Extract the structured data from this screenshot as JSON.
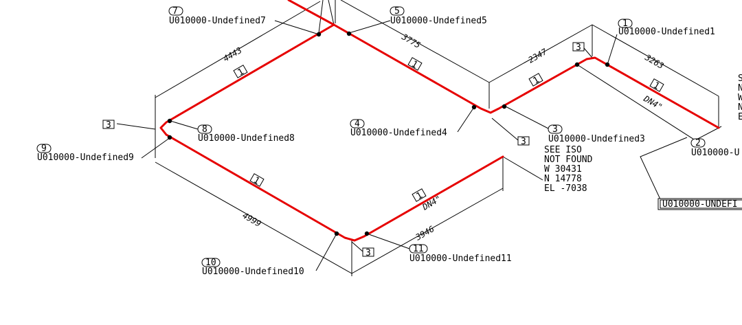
{
  "components": [
    {
      "num": "1",
      "tag": "U010000-Undefined1"
    },
    {
      "num": "2",
      "tag": "U010000-U"
    },
    {
      "num": "3",
      "tag": "U010000-Undefined3"
    },
    {
      "num": "4",
      "tag": "U010000-Undefined4"
    },
    {
      "num": "5",
      "tag": "U010000-Undefined5"
    },
    {
      "num": "7",
      "tag": "U010000-Undefined7"
    },
    {
      "num": "8",
      "tag": "U010000-Undefined8"
    },
    {
      "num": "9",
      "tag": "U010000-Undefined9"
    },
    {
      "num": "10",
      "tag": "U010000-Undefined10"
    },
    {
      "num": "11",
      "tag": "U010000-Undefined11"
    }
  ],
  "dimensions": {
    "d4443": "4443",
    "d3775": "3775",
    "d2347": "2347",
    "d3263": "3263",
    "d4999": "4999",
    "d3946": "3946"
  },
  "size_labels": {
    "upper": "DN4\"",
    "lower": "DN4\""
  },
  "callout_boxes": {
    "one": "1",
    "three": "3"
  },
  "iso_note": [
    "SEE ISO",
    "NOT FOUND",
    "W 30431",
    "N 14778",
    "EL -7038"
  ],
  "right_note_fragment": [
    "S",
    "N",
    "W",
    "N",
    "E"
  ],
  "ref_box": "U010000-UNDEFI",
  "colors": {
    "pipe": "#e60000",
    "ink": "#000000"
  }
}
